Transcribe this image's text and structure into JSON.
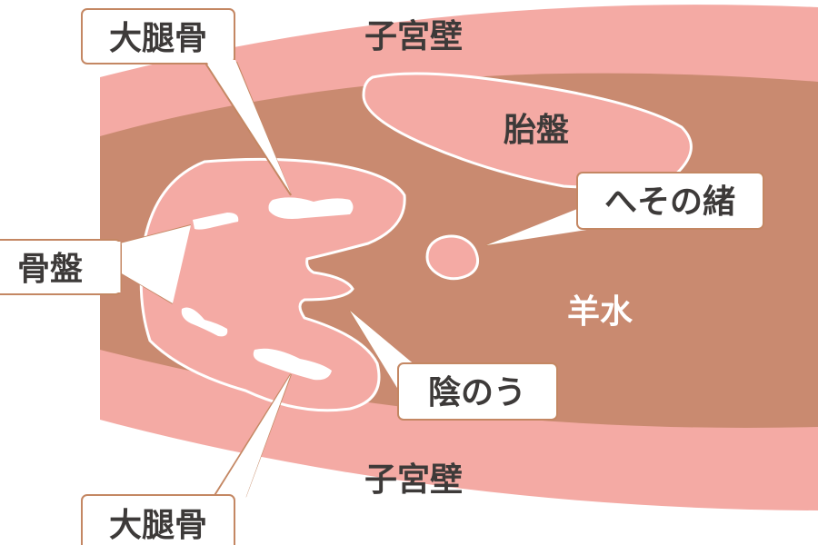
{
  "labels": {
    "uterine_wall_top": "子宮壁",
    "uterine_wall_bottom": "子宮壁",
    "placenta": "胎盤",
    "umbilical_cord": "へその緒",
    "amniotic_fluid": "羊水",
    "femur_top": "大腿骨",
    "femur_bottom": "大腿骨",
    "pelvis": "骨盤",
    "scrotum": "陰のう"
  },
  "colors": {
    "wall": "#f4aaa4",
    "fluid": "#c98a70",
    "fetus": "#f4aaa4",
    "border": "#c48763",
    "text": "#3d3a39"
  }
}
